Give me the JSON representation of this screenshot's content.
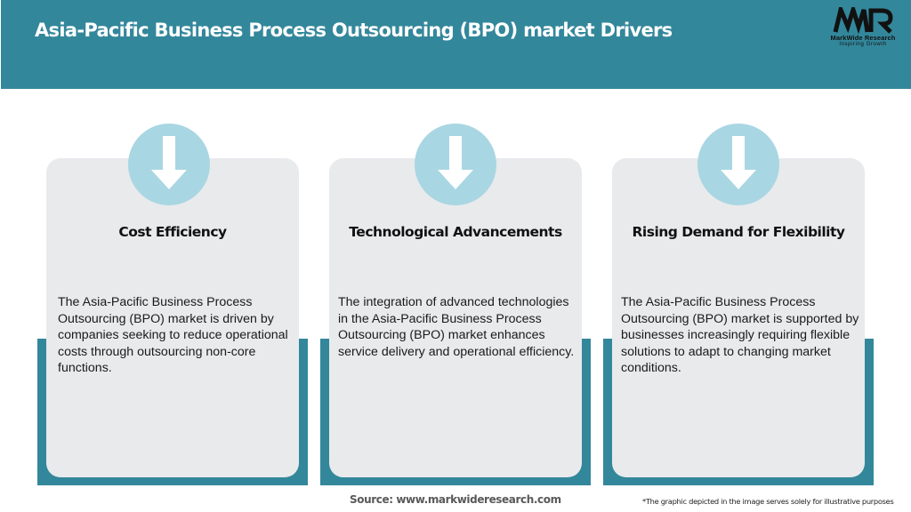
{
  "header": {
    "title": "Asia-Pacific Business Process Outsourcing (BPO) market Drivers",
    "background_color": "#33879b"
  },
  "logo": {
    "mark": "MWR",
    "name": "MarkWide Research",
    "tagline": "Inspiring Growth"
  },
  "cards": [
    {
      "icon": "arrow-down-icon",
      "heading": "Cost Efficiency",
      "body": "The Asia-Pacific Business Process Outsourcing (BPO) market is driven by companies seeking to reduce operational costs through outsourcing non-core functions."
    },
    {
      "icon": "arrow-down-icon",
      "heading": "Technological Advancements",
      "body": "The integration of advanced technologies in the Asia-Pacific Business Process Outsourcing (BPO) market enhances service delivery and operational efficiency."
    },
    {
      "icon": "arrow-down-icon",
      "heading": "Rising Demand for Flexibility",
      "body": "The Asia-Pacific Business Process Outsourcing (BPO) market is supported by businesses increasingly requiring flexible solutions to adapt to changing market conditions."
    }
  ],
  "footer": {
    "source": "Source: www.markwideresearch.com",
    "disclaimer": "*The graphic depicted in the image serves solely for illustrative purposes"
  },
  "colors": {
    "accent": "#33879b",
    "card_bg": "#e8eaec",
    "icon_circle": "#a9d6e3"
  }
}
